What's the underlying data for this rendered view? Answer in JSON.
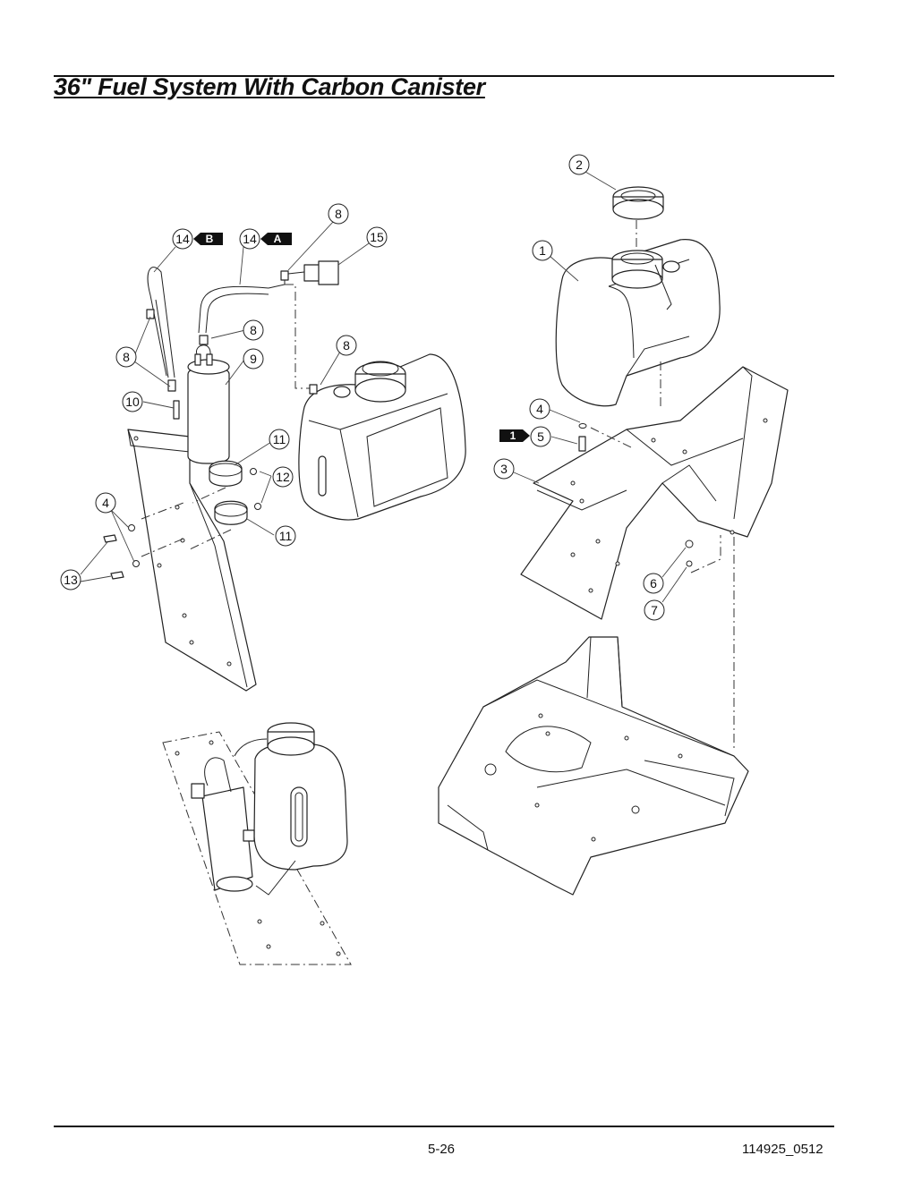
{
  "page": {
    "title": "36\" Fuel System With Carbon Canister",
    "page_number": "5-26",
    "doc_code": "114925_0512"
  },
  "callouts": [
    {
      "label": "2"
    },
    {
      "label": "8"
    },
    {
      "label": "14"
    },
    {
      "label": "14"
    },
    {
      "label": "15"
    },
    {
      "label": "1"
    },
    {
      "label": "8"
    },
    {
      "label": "8"
    },
    {
      "label": "8"
    },
    {
      "label": "9"
    },
    {
      "label": "10"
    },
    {
      "label": "11"
    },
    {
      "label": "12"
    },
    {
      "label": "4"
    },
    {
      "label": "11"
    },
    {
      "label": "13"
    },
    {
      "label": "4"
    },
    {
      "label": "5"
    },
    {
      "label": "3"
    },
    {
      "label": "6"
    },
    {
      "label": "7"
    }
  ],
  "flags": [
    {
      "label": "B"
    },
    {
      "label": "A"
    },
    {
      "label": "1"
    }
  ]
}
